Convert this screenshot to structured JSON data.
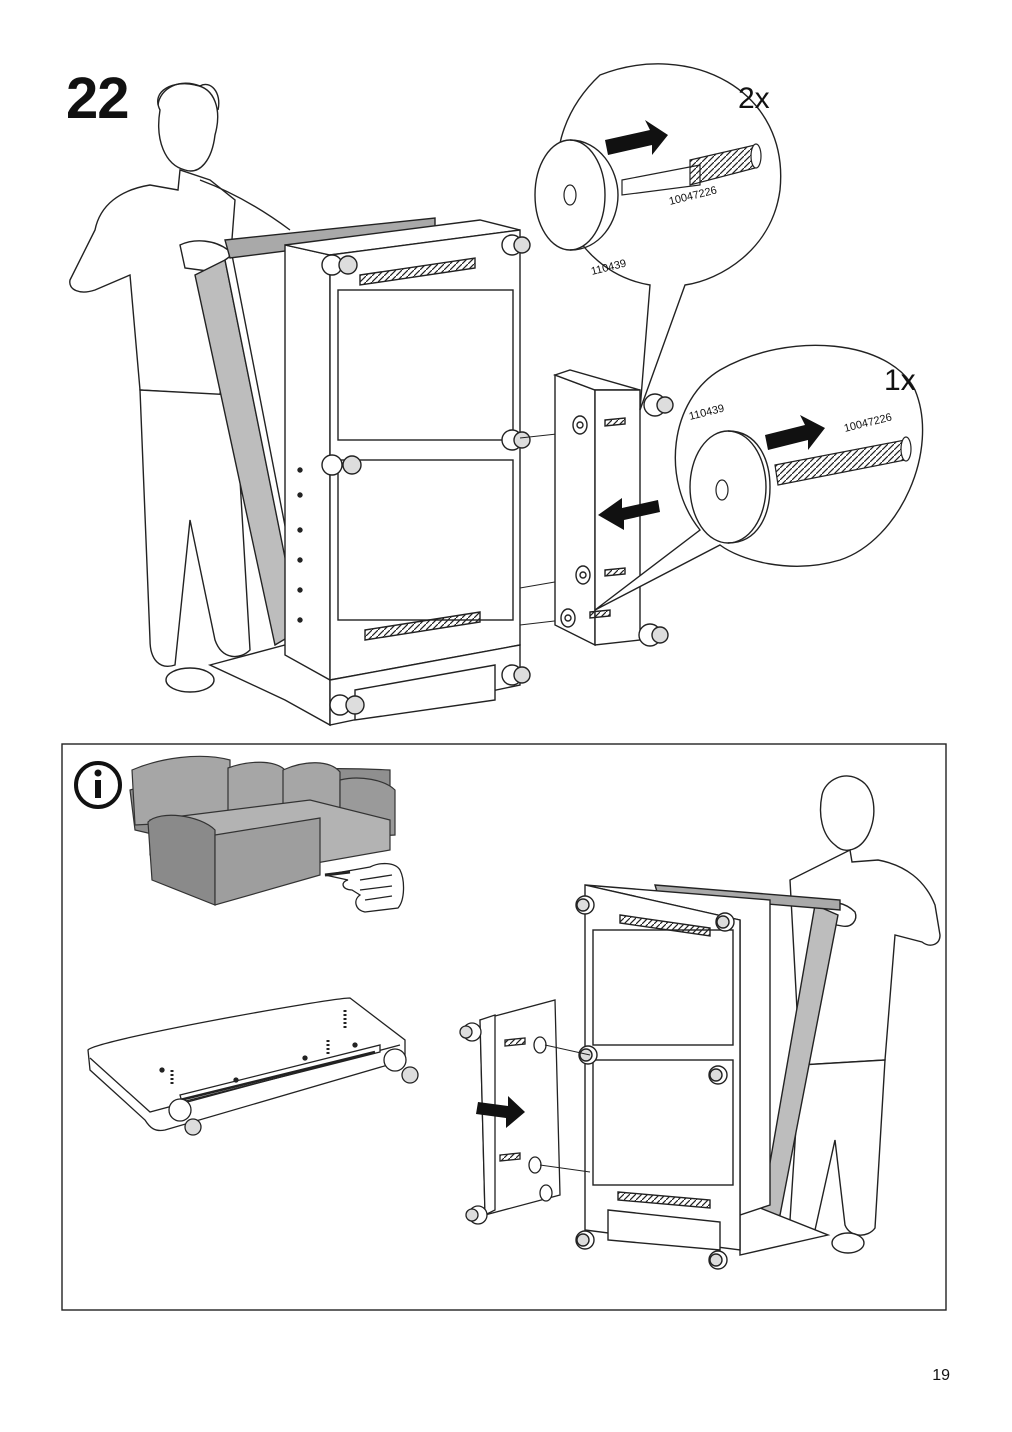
{
  "step": {
    "number": "22"
  },
  "callouts": [
    {
      "quantity": "2x",
      "part_number": "10047226",
      "foot_part_number": "110439"
    },
    {
      "quantity": "1x",
      "part_number": "10047226",
      "foot_part_number": "110439"
    }
  ],
  "info_panel": {
    "icon": "info-icon"
  },
  "page": {
    "number": "19"
  }
}
